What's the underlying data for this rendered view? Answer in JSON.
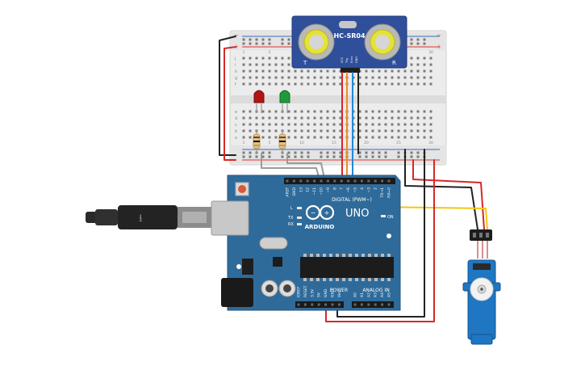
{
  "sensor": {
    "model": "HC-SR04",
    "left_mark": "T",
    "right_mark": "R",
    "pins": [
      "VCC",
      "Trig",
      "Echo",
      "GND"
    ]
  },
  "breadboard": {
    "row_letters_top": [
      "j",
      "i",
      "h",
      "g",
      "f"
    ],
    "row_letters_bottom": [
      "e",
      "d",
      "c",
      "b",
      "a"
    ],
    "column_numbers": [
      "1",
      "5",
      "10",
      "15",
      "20",
      "25",
      "30"
    ]
  },
  "arduino": {
    "model": "UNO",
    "brand": "ARDUINO",
    "label_digital": "DIGITAL (PWM~)",
    "label_power": "POWER",
    "label_analog": "ANALOG IN",
    "label_on": "ON",
    "label_l": "L",
    "label_tx": "TX",
    "label_rx": "RX",
    "digital_pins": [
      "AREF",
      "GND",
      "13",
      "12",
      "~11",
      "~10",
      "~9",
      "8",
      "7",
      "~6",
      "~5",
      "4",
      "~3",
      "2",
      "TX→1",
      "RX←0"
    ],
    "power_pins": [
      "IOREF",
      "RESET",
      "3.3V",
      "5V",
      "GND",
      "GND",
      "Vin"
    ],
    "analog_pins": [
      "A0",
      "A1",
      "A2",
      "A3",
      "A4",
      "A5"
    ]
  },
  "colors": {
    "board": "#2f6b9a",
    "wire_red": "#d62828",
    "wire_black": "#222222",
    "wire_orange": "#f08a24",
    "wire_blue": "#1f8ad6",
    "wire_yellow": "#f2c80f",
    "wire_gray": "#9a9a9a",
    "led_red": "#b31414",
    "led_green": "#1f9a3a",
    "servo": "#1f76c2"
  }
}
